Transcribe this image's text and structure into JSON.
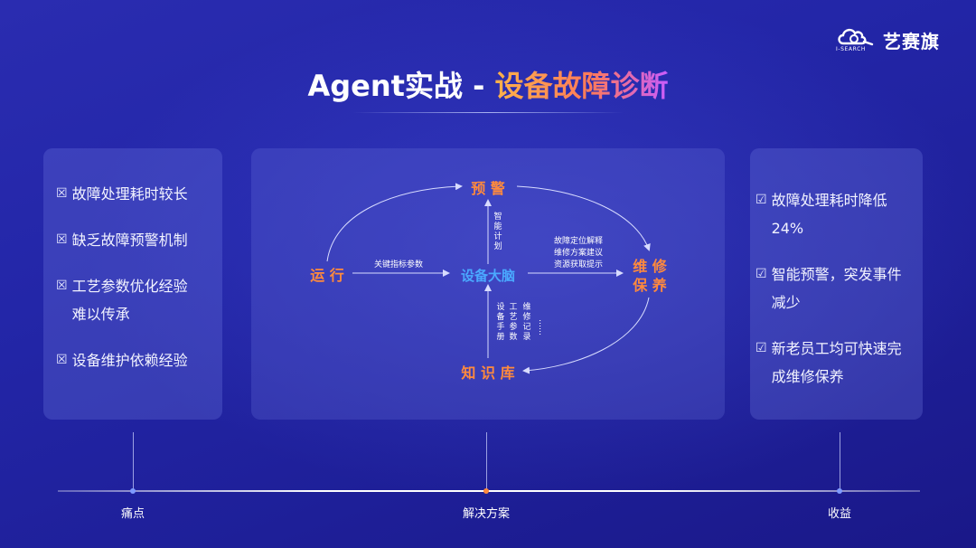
{
  "brand": {
    "name": "艺赛旗",
    "subtitle": "I-SEARCH"
  },
  "title": {
    "part1": "Agent实战 - ",
    "part2": "设备故障诊断"
  },
  "pain_points": [
    "故障处理耗时较长",
    "缺乏故障预警机制",
    "工艺参数优化经验\n难以传承",
    "设备维护依赖经验"
  ],
  "benefits": [
    "故障处理耗时降低\n24%",
    "智能预警，突发事件\n减少",
    "新老员工均可快速完\n成维修保养"
  ],
  "checkbox_glyph_pain": "☒",
  "checkbox_glyph_gain": "☑",
  "diagram": {
    "nodes": {
      "warning": "预 警",
      "operation": "运 行",
      "brain": "设备大脑",
      "maintenance_line1": "维 修",
      "maintenance_line2": "保 养",
      "knowledge": "知 识 库"
    },
    "edge_labels": {
      "key_params": "关键指标参数",
      "smart_plan": [
        "智",
        "能",
        "计",
        "划"
      ],
      "fault_1": "故障定位解释",
      "fault_2": "维修方案建议",
      "fault_3": "资源获取提示",
      "doc_col1": [
        "设",
        "备",
        "手",
        "册"
      ],
      "doc_col2": [
        "工",
        "艺",
        "参",
        "数"
      ],
      "doc_col3": [
        "维",
        "修",
        "记",
        "录"
      ],
      "doc_col4": "……"
    },
    "colors": {
      "node_orange": "#ff8a3d",
      "node_blue": "#4aa8ff",
      "line": "#d8dcff"
    }
  },
  "timeline": {
    "labels": [
      "痛点",
      "解决方案",
      "收益"
    ],
    "dot_colors": [
      "#7f9bff",
      "#ff8a3d",
      "#7f9bff"
    ]
  }
}
